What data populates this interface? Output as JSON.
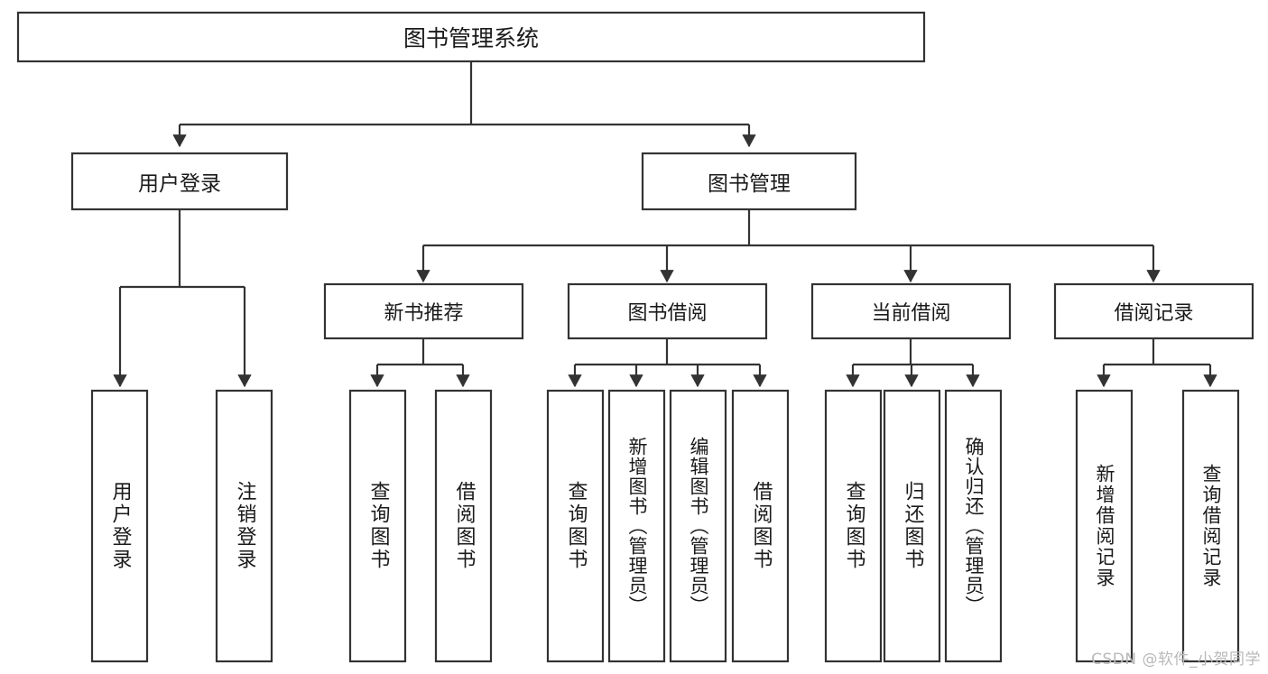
{
  "diagram": {
    "title": "图书管理系统",
    "watermark": "CSDN @软件_小贺同学",
    "colors": {
      "stroke": "#333333",
      "fill": "#ffffff",
      "text": "#1a1a1a",
      "watermark": "#b9b9b9"
    },
    "nodes": {
      "root": {
        "label": "图书管理系统"
      },
      "level2": [
        {
          "label": "用户登录"
        },
        {
          "label": "图书管理"
        }
      ],
      "level3": [
        {
          "label": "新书推荐"
        },
        {
          "label": "图书借阅"
        },
        {
          "label": "当前借阅"
        },
        {
          "label": "借阅记录"
        }
      ],
      "leaves_user_login": [
        {
          "label": "用户登录"
        },
        {
          "label": "注销登录"
        }
      ],
      "leaves_new_book": [
        {
          "label": "查询图书"
        },
        {
          "label": "借阅图书"
        }
      ],
      "leaves_borrow": [
        {
          "label": "查询图书"
        },
        {
          "label": "新增图书（管理员）"
        },
        {
          "label": "编辑图书（管理员）"
        },
        {
          "label": "借阅图书"
        }
      ],
      "leaves_current": [
        {
          "label": "查询图书"
        },
        {
          "label": "归还图书"
        },
        {
          "label": "确认归还（管理员）"
        }
      ],
      "leaves_record": [
        {
          "label": "新增借阅记录"
        },
        {
          "label": "查询借阅记录"
        }
      ]
    }
  }
}
